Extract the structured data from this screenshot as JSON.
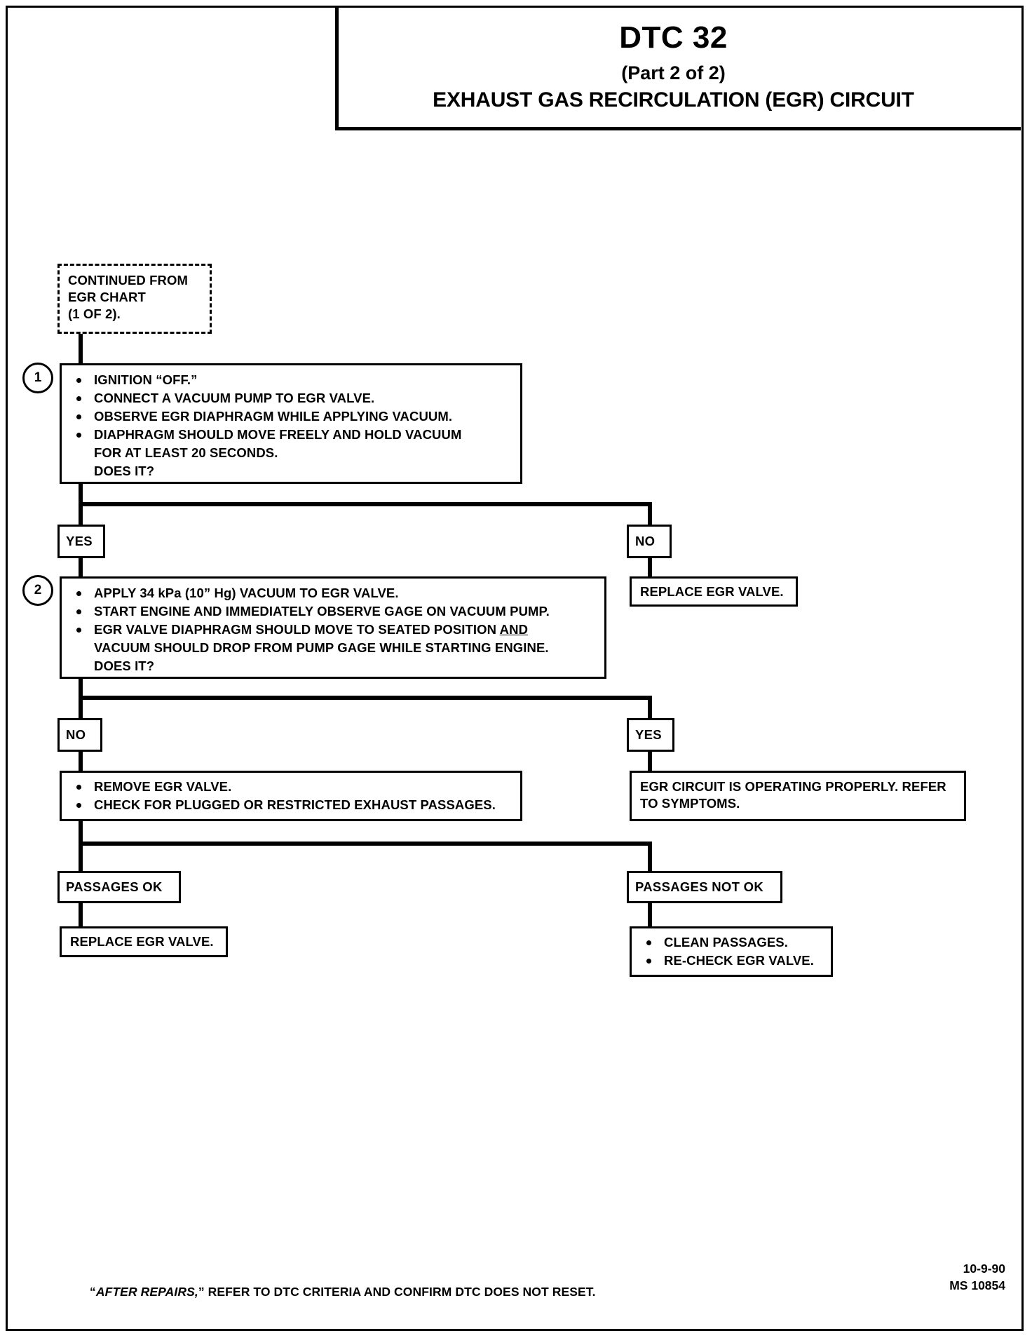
{
  "header": {
    "dtc_title": "DTC 32",
    "part_label": "(Part 2 of 2)",
    "chart_subject": "EXHAUST GAS RECIRCULATION (EGR) CIRCUIT"
  },
  "entry": {
    "line1": "CONTINUED FROM",
    "line2": "EGR CHART",
    "line3": "(1 OF 2)."
  },
  "steps": {
    "one": {
      "number": "1",
      "bullets": [
        "IGNITION “OFF.”",
        "CONNECT A VACUUM PUMP TO EGR VALVE.",
        "OBSERVE EGR DIAPHRAGM WHILE APPLYING VACUUM.",
        "DIAPHRAGM SHOULD MOVE FREELY AND HOLD VACUUM"
      ],
      "continuation1": "FOR AT LEAST 20 SECONDS.",
      "continuation2": "DOES IT?"
    },
    "two": {
      "number": "2",
      "bullet1": "APPLY 34 kPa (10” Hg) VACUUM TO EGR VALVE.",
      "bullet2": "START ENGINE AND IMMEDIATELY OBSERVE GAGE ON VACUUM PUMP.",
      "bullet3_pre": "EGR VALVE DIAPHRAGM SHOULD MOVE TO SEATED POSITION ",
      "bullet3_underlined": "AND",
      "continuation1": "VACUUM SHOULD DROP FROM PUMP GAGE WHILE STARTING ENGINE.",
      "continuation2": "DOES IT?"
    }
  },
  "branches": {
    "step1_yes": "YES",
    "step1_no": "NO",
    "step2_no": "NO",
    "step2_yes": "YES",
    "passages_ok": "PASSAGES OK",
    "passages_not_ok": "PASSAGES NOT OK"
  },
  "outcomes": {
    "replace_valve_top": "REPLACE EGR VALVE.",
    "remove_check": {
      "bullet1": "REMOVE EGR VALVE.",
      "bullet2": "CHECK FOR PLUGGED OR RESTRICTED EXHAUST PASSAGES."
    },
    "egr_ok": {
      "line1": "EGR CIRCUIT IS OPERATING PROPERLY.  REFER",
      "line2": "TO SYMPTOMS."
    },
    "replace_valve_bottom": "REPLACE EGR VALVE.",
    "clean_passages": {
      "bullet1": "CLEAN PASSAGES.",
      "bullet2": "RE-CHECK EGR VALVE."
    }
  },
  "footer": {
    "note_prefix": "“",
    "note_italic": "AFTER REPAIRS,",
    "note_rest": "” REFER TO DTC CRITERIA AND CONFIRM DTC DOES NOT RESET.",
    "date": "10-9-90",
    "doc_number": "MS 10854"
  }
}
